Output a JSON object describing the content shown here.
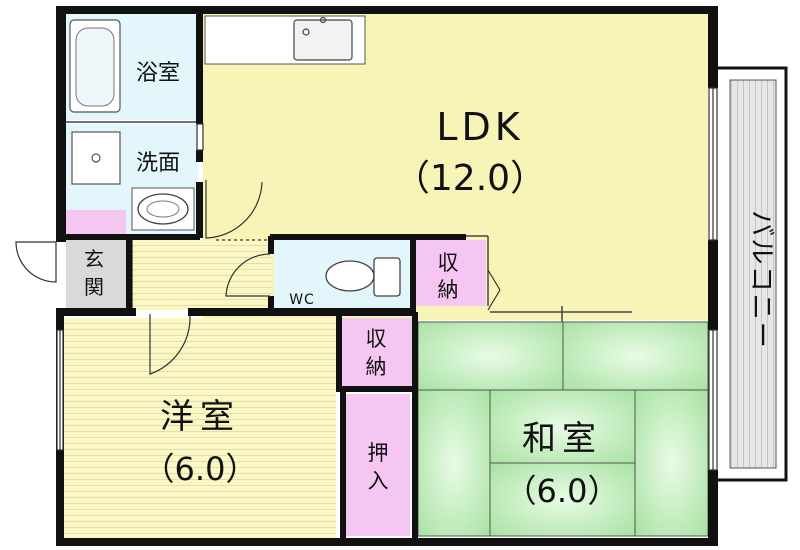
{
  "rooms": {
    "ldk": {
      "name": "LDK",
      "size": "（12.0）"
    },
    "western": {
      "name": "洋室",
      "size": "（6.0）"
    },
    "japanese": {
      "name": "和室",
      "size": "（6.0）"
    },
    "bath": {
      "name": "浴室"
    },
    "washroom": {
      "name": "洗面"
    },
    "entrance": {
      "name_top": "玄",
      "name_bottom": "関"
    },
    "wc": {
      "name": "WC"
    },
    "storage_upper": {
      "name_top": "収",
      "name_bottom": "納"
    },
    "storage_lower": {
      "name_top": "収",
      "name_bottom": "納"
    },
    "closet": {
      "name_top": "押",
      "name_bottom": "入"
    },
    "balcony": {
      "name": "バルコニー"
    }
  },
  "colors": {
    "ldk": "#f8f4b8",
    "western": "#fbf8c6",
    "japanese": "#c9f0c4",
    "wet_area": "#e3f6fb",
    "storage": "#f5c6f1",
    "balcony": "#e4e4e4",
    "wall": "#111111"
  }
}
